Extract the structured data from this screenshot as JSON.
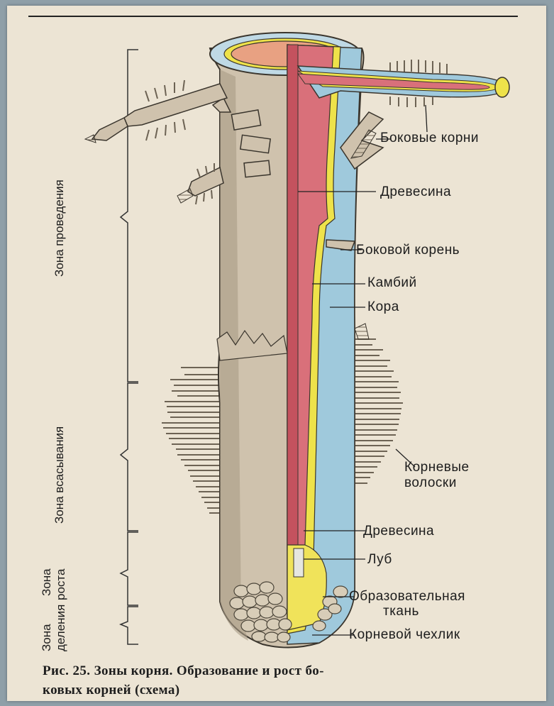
{
  "labels": {
    "lateral_roots": "Боковые корни",
    "wood_top": "Древесина",
    "lateral_root": "Боковой корень",
    "cambium": "Камбий",
    "cortex": "Кора",
    "root_hairs_1": "Корневые",
    "root_hairs_2": "волоски",
    "wood_bottom": "Древесина",
    "phloem": "Луб",
    "meristem_1": "Образовательная",
    "meristem_2": "ткань",
    "root_cap": "Корневой чехлик"
  },
  "zones": {
    "conduction": "Зона проведения",
    "absorption": "Зона всасывания",
    "growth_1": "Зона",
    "growth_2": "роста",
    "division_1": "Зона",
    "division_2": "деления"
  },
  "caption": {
    "line1": "Рис. 25. Зоны корня. Образование и рост бо-",
    "line2": "ковых корней (схема)"
  },
  "colors": {
    "wood": "#d9707a",
    "cortex_blue": "#9fc9dc",
    "cambium_yellow": "#eee24a",
    "root_surface": "#cfc2ad",
    "root_shadow": "#9c8f7c",
    "paper": "#ece4d4"
  }
}
